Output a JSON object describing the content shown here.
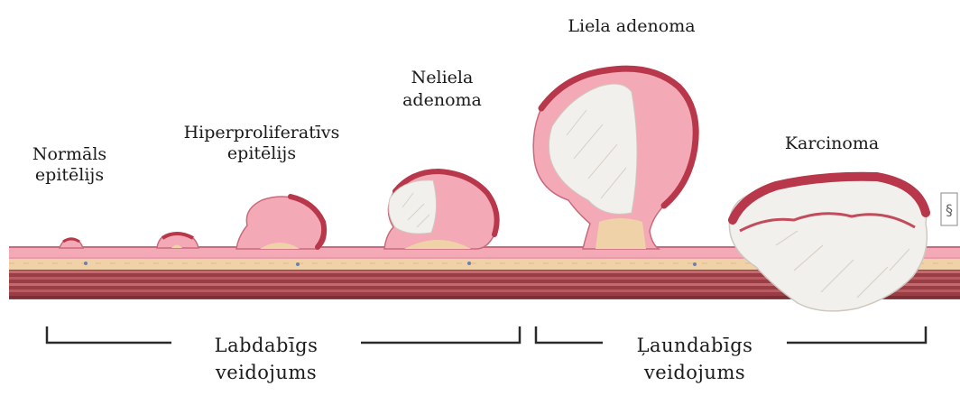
{
  "stages": {
    "normal": [
      "Normāls",
      "epitēlijs"
    ],
    "hyperproliferative": [
      "Hiperproliferatīvs",
      "epitēlijs"
    ],
    "small_adenoma": [
      "Neliela",
      "adenoma"
    ],
    "large_adenoma": "Liela adenoma",
    "carcinoma": "Karcinoma"
  },
  "groups": {
    "benign": [
      "Labdabīgs",
      "veidojums"
    ],
    "malignant": [
      "Ļaundabīgs",
      "veidojums"
    ]
  },
  "colors": {
    "epithelium": "#f3a9b6",
    "epithelium_edge": "#c96a7c",
    "tumor_surface": "#b8374a",
    "necrotic_core": "#f2f0ec",
    "stroma": "#efd2a8",
    "muscle": "#a84a50"
  },
  "icons": [
    "copyright-mark-icon"
  ]
}
